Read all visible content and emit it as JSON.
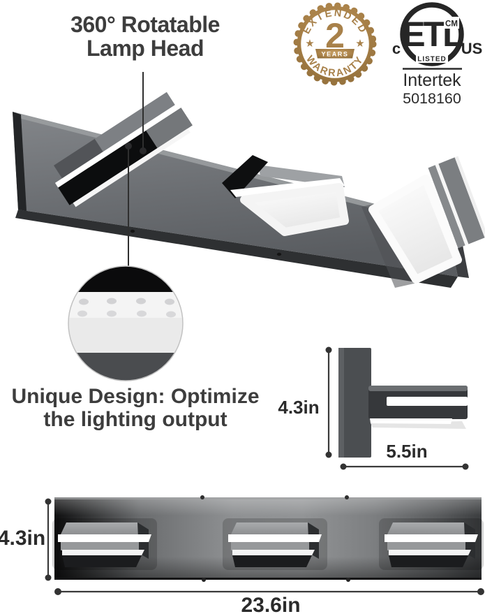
{
  "product_callout": {
    "line1_bold": "360°",
    "line1_rest": " Rotatable",
    "line2": "Lamp Head"
  },
  "warranty_badge": {
    "arc_top": "EXTENDED",
    "number": "2",
    "ribbon": "YEARS",
    "arc_bottom": "WARRANTY"
  },
  "certification": {
    "mark": "ETL",
    "mark_sup": "CM",
    "mark_banner": "LISTED",
    "left_mark": "c",
    "right_mark": "US",
    "company": "Intertek",
    "listing_number": "5018160"
  },
  "feature_text": {
    "line1": "Unique Design: Optimize",
    "line2": "the lighting output"
  },
  "side_view_diagram": {
    "height_label": "4.3in",
    "width_label": "5.5in"
  },
  "front_view_diagram": {
    "height_label": "4.3in",
    "width_label": "23.6in"
  },
  "colors": {
    "gold": "#a8814a",
    "dark_text": "#3d3d3d",
    "dimension_text": "#2b2b2b",
    "fixture_gray": "#6e7174",
    "etl_dark": "#262626",
    "led_white": "#ffffff"
  }
}
